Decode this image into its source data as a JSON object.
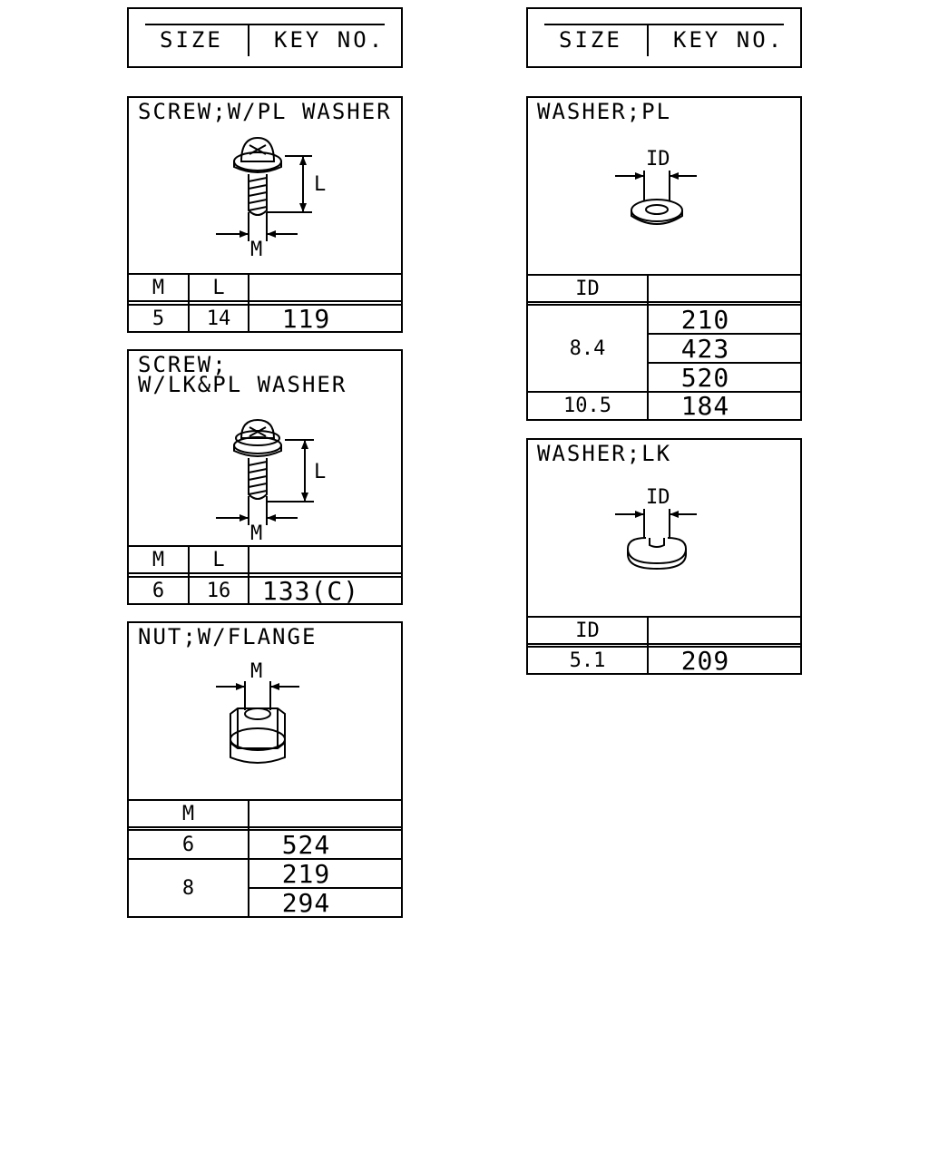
{
  "left_header": {
    "size_label": "SIZE",
    "key_label": "KEY NO."
  },
  "right_header": {
    "size_label": "SIZE",
    "key_label": "KEY NO."
  },
  "screw_pl": {
    "title": "SCREW;W/PL WASHER",
    "dim_l": "L",
    "dim_m": "M",
    "col_m": "M",
    "col_l": "L",
    "rows": [
      {
        "m": "5",
        "l": "14",
        "key": "119"
      }
    ]
  },
  "screw_lkpl": {
    "title": "SCREW;\nW/LK&PL WASHER",
    "dim_l": "L",
    "dim_m": "M",
    "col_m": "M",
    "col_l": "L",
    "rows": [
      {
        "m": "6",
        "l": "16",
        "key": "133(C)"
      }
    ]
  },
  "nut_flange": {
    "title": "NUT;W/FLANGE",
    "dim_m": "M",
    "col_m": "M",
    "rows": [
      {
        "m": "6",
        "keys": [
          "524"
        ]
      },
      {
        "m": "8",
        "keys": [
          "219",
          "294"
        ]
      }
    ]
  },
  "washer_pl": {
    "title": "WASHER;PL",
    "dim_id": "ID",
    "col_id": "ID",
    "rows": [
      {
        "id": "8.4",
        "keys": [
          "210",
          "423",
          "520"
        ]
      },
      {
        "id": "10.5",
        "keys": [
          "184"
        ]
      }
    ]
  },
  "washer_lk": {
    "title": "WASHER;LK",
    "dim_id": "ID",
    "col_id": "ID",
    "rows": [
      {
        "id": "5.1",
        "key": "209"
      }
    ]
  }
}
